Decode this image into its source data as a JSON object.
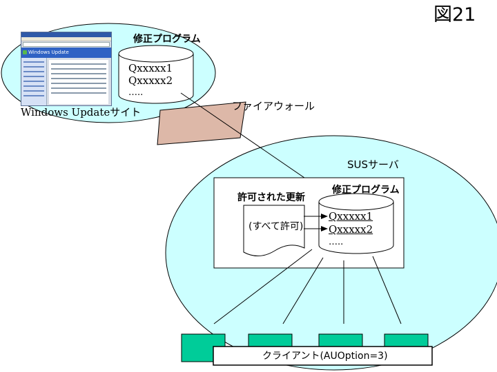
{
  "figure_number": "図21",
  "update_site": {
    "label": "Windows Updateサイト",
    "browser_banner": "Windows Update",
    "db_title": "修正プログラム",
    "patches": [
      "Qxxxxx1",
      "Qxxxxx2",
      "….."
    ]
  },
  "firewall": {
    "label": "ファイアウォール"
  },
  "sus_server": {
    "label": "SUSサーバ",
    "approved_title": "許可された更新",
    "approved_note": "(すべて許可)",
    "db_title": "修正プログラム",
    "patches": [
      "Qxxxxx1",
      "Qxxxxx2",
      "….."
    ]
  },
  "clients": {
    "label": "クライアント(AUOption=3)",
    "count": 4
  },
  "colors": {
    "cloud_fill": "#ccffff",
    "firewall_fill": "#ddb8a8",
    "client_fill": "#00cc99",
    "line": "#000000"
  }
}
